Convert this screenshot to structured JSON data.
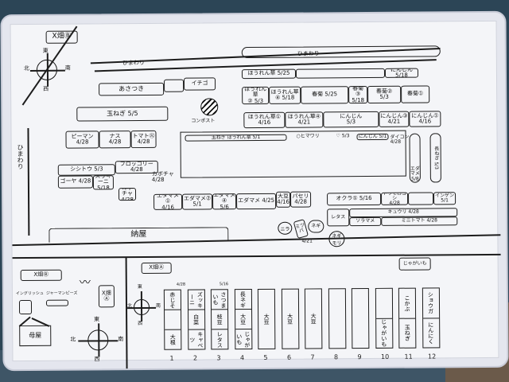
{
  "top_left_field": "X畑Ⓑ",
  "compass1": {
    "n": "東",
    "e": "南",
    "s": "西",
    "w": "北"
  },
  "compass2": {
    "n": "東",
    "e": "南",
    "s": "西",
    "w": "北"
  },
  "compass3": {
    "n": "東",
    "e": "南",
    "s": "西",
    "w": "北"
  },
  "roads": [
    "ひまわり",
    "ひまわり",
    "ひまわり"
  ],
  "beds_left": [
    "あさつき",
    "",
    "イチゴ",
    "玉ねぎ 5/5",
    "ピーマン\n4/28",
    "ナス\n4/28",
    "トマト㊋\n4/28",
    "シシトウ 5/3",
    "ブロッコリー\n4/28",
    "ゴーヤ 4/28",
    "ズッキーニ\n5/18",
    "カボチャ\n4/28",
    "カボチャ\n4/28"
  ],
  "compost": "コンポスト",
  "beds_right": [
    "ほうれん草 5/25",
    "",
    "にんじん 5/18",
    "ほうれん草\n② 5/3",
    "ほうれん草\n④ 5/18",
    "春菊 5/25",
    "春菊\n③ 5/18",
    "春菊②\n5/3",
    "春菊①",
    "ほうれん草①\n4/16",
    "ほうれん草④\n4/21",
    "にんじん\n5/3",
    "にんじん③\n4/21",
    "にんじん①\n4/16"
  ],
  "big_field": {
    "strip": "玉ねぎ ほうれん草 5/1",
    "himawari": "○ヒマワリ",
    "date": "♡ 5/3",
    "carrot": "にんじん 5/1",
    "daikon": "ダイコン\n4/28"
  },
  "vertical_beds": [
    "エダマメ\n5/8",
    "長ねぎ 5/3"
  ],
  "edamame": [
    "エダマメ①\n4/16",
    "エダマメ②\n5/1",
    "エダマメ④\n5/6",
    "エダマメ 4/25",
    "大豆\n4/16",
    "パセリ\n4/28"
  ],
  "small_circles": [
    "ニラ",
    "ミツバ",
    "ネギ",
    "4/21"
  ],
  "okra_row": [
    "オクラ① 5/16",
    "トウモロコシ\n4/28",
    "",
    "インゲン\n5/1"
  ],
  "cucumber_row": [
    "レタス",
    "キュウリ 4/28",
    "ソラマメ",
    "ミニトマト 4/28"
  ],
  "circle_label": "ネギ\nモリ",
  "barn": "納屋",
  "lower_left": {
    "field_b": "X畑Ⓑ",
    "field_a": "X畑\nⒶ",
    "english": "イングリッシュ",
    "german": "ジャーマンピーズ",
    "house": "母屋"
  },
  "field_a": {
    "label": "X畑Ⓐ",
    "date1": "4/28",
    "date2": "5/16",
    "potato_top": "じゃがいも",
    "columns": [
      {
        "n": "1",
        "cells": [
          "赤じそ",
          "",
          "大根"
        ]
      },
      {
        "n": "2",
        "cells": [
          "ズッキーニ",
          "白菜",
          "キャベツ"
        ]
      },
      {
        "n": "3",
        "cells": [
          "さつまいも",
          "枝豆",
          "レタス"
        ]
      },
      {
        "n": "4",
        "cells": [
          "長ネギ",
          "大豆",
          "じゃがいも"
        ]
      },
      {
        "n": "5",
        "cells": [
          "大豆"
        ]
      },
      {
        "n": "6",
        "cells": [
          "大豆"
        ]
      },
      {
        "n": "7",
        "cells": [
          "大豆"
        ]
      },
      {
        "n": "8",
        "cells": [
          ""
        ]
      },
      {
        "n": "9",
        "cells": [
          ""
        ]
      },
      {
        "n": "10",
        "cells": [
          "",
          "じゃがいも"
        ]
      },
      {
        "n": "11",
        "cells": [
          "こかぶ",
          "玉ねぎ"
        ]
      },
      {
        "n": "12",
        "cells": [
          "ショウガ",
          "にんにく"
        ]
      }
    ]
  }
}
